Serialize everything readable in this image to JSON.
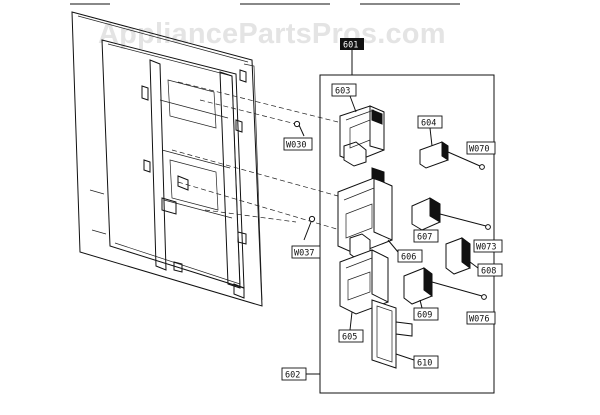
{
  "watermark": "AppliancePartsPros.com",
  "parts": {
    "p601": "601",
    "p602": "602",
    "p603": "603",
    "p604": "604",
    "p605": "605",
    "p606": "606",
    "p607": "607",
    "p608": "608",
    "p609": "609",
    "p610": "610",
    "w030": "W030",
    "w037": "W037",
    "w070": "W070",
    "w073": "W073",
    "w076": "W076"
  }
}
